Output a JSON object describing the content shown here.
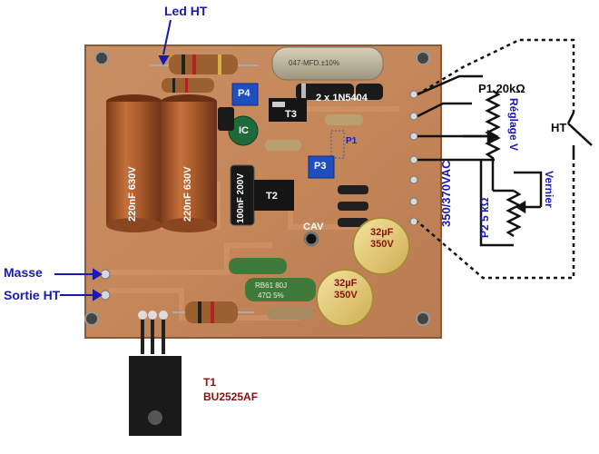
{
  "labels": {
    "led_ht": "Led HT",
    "masse": "Masse",
    "sortie_ht": "Sortie HT",
    "diodes": "2 x 1N5404",
    "p1_rating": "P1  20kΩ",
    "ht_switch": "HT",
    "reglage_v": "Réglage V",
    "p2_rating": "P2 5 kΩ",
    "vernier": "Vernier",
    "vac": "350/370VAC",
    "t1_name": "T1",
    "t1_part": "BU2525AF",
    "cav": "CAV",
    "p1_board": "P1",
    "p3": "P3",
    "p4": "P4",
    "t2": "T2",
    "t3": "T3",
    "ic": "IC",
    "cap1": "220nF 630V",
    "cap2": "220nF 630V",
    "cap3": "100nF 200V",
    "elco1_v": "32µF",
    "elco1_r": "350V",
    "elco2_v": "32µF",
    "elco2_r": "350V",
    "film_cap_text": "047-MFD.±10%",
    "res_text": "RB61 80J",
    "res_text2": "47Ω  5%"
  },
  "colors": {
    "board": "#c78a5c",
    "copper_cap": "#a8582a",
    "label_blue": "#1a1ab0",
    "label_maroon": "#8a1010"
  }
}
